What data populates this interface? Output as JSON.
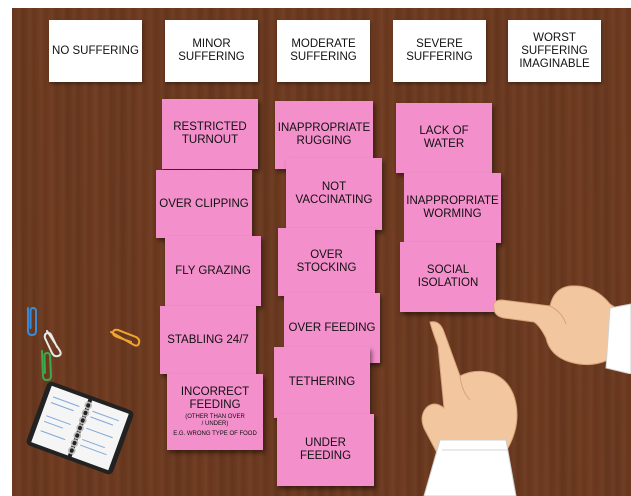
{
  "columns": [
    {
      "label": "NO SUFFERING"
    },
    {
      "label": "MINOR\nSUFFERING"
    },
    {
      "label": "MODERATE\nSUFFERING"
    },
    {
      "label": "SEVERE\nSUFFERING"
    },
    {
      "label": "WORST\nSUFFERING\nIMAGINABLE"
    }
  ],
  "notes": {
    "minor": [
      "RESTRICTED\nTURNOUT",
      "OVER CLIPPING",
      "FLY GRAZING",
      "STABLING 24/7",
      {
        "main": "INCORRECT\nFEEDING",
        "sub": "(OTHER THAN OVER\n/ UNDER)",
        "sub2": "E.G. WRONG TYPE OF FOOD"
      }
    ],
    "moderate": [
      "INAPPROPRIATE\nRUGGING",
      "NOT\nVACCINATING",
      "OVER\nSTOCKING",
      "OVER FEEDING",
      "TETHERING",
      "UNDER\nFEEDING"
    ],
    "severe": [
      "LACK OF\nWATER",
      "INAPPROPRIATE\nWORMING",
      "SOCIAL\nISOLATION"
    ]
  },
  "colors": {
    "table": "#6e3a1f",
    "note": "#f38fcb",
    "card": "#ffffff",
    "skin": "#f2c7a0",
    "sleeve": "#ffffff"
  },
  "icons": [
    "paperclip-icon",
    "notebook-icon",
    "pointing-hand-icon"
  ]
}
